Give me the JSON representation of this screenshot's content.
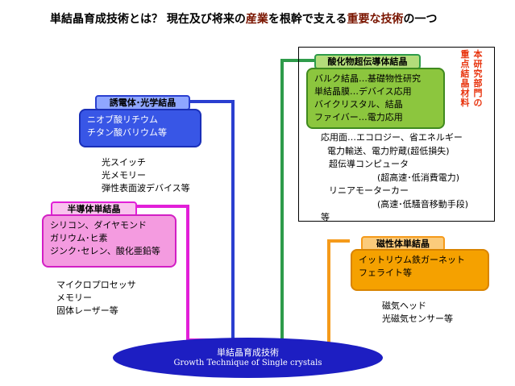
{
  "title": {
    "prefix": "単結晶育成技術とは？ 現在及び将来の",
    "highlight1": "産業",
    "mid": "を根幹で支える",
    "highlight2": "重要な技術",
    "suffix": "の一つ"
  },
  "dielectric": {
    "tab": "誘電体･光学結晶",
    "items": [
      "ニオブ酸リチウム",
      "チタン酸バリウム等"
    ],
    "uses": [
      "光スイッチ",
      "光メモリー",
      "弾性表面波デバイス等"
    ]
  },
  "semiconductor": {
    "tab": "半導体単結晶",
    "items": [
      "シリコン、ダイヤモンド",
      "ガリウム･ヒ素",
      "ジンク･セレン、酸化亜鉛等"
    ],
    "uses": [
      "マイクロプロセッサ",
      "メモリー",
      "固体レーザー等"
    ]
  },
  "superconductor": {
    "tab": "酸化物超伝導体結晶",
    "items": [
      "バルク結晶…基礎物性研究",
      "単結晶膜…デバイス応用",
      "バイクリスタル、結晶",
      "ファイバー…電力応用"
    ],
    "uses": [
      "応用面…エコロジー、省エネルギー",
      "電力輸送、電力貯蔵(超低損失)",
      "超伝導コンピュータ",
      "(超高速･低消費電力)",
      "リニアモーターカー",
      "(高速･低騒音移動手段)",
      "等"
    ],
    "research_note_col1": "本研究部門の",
    "research_note_col2": "重点結晶材料"
  },
  "magnetic": {
    "tab": "磁性体単結晶",
    "items": [
      "イットリウム鉄ガーネット",
      "フェライト等"
    ],
    "uses": [
      "磁気ヘッド",
      "光磁気センサー等"
    ]
  },
  "base": {
    "jp": "単結晶育成技術",
    "en": "Growth Technique of Single crystals"
  },
  "colors": {
    "blue_line": "#2a3fd0",
    "green_line": "#2e9b4a",
    "magenta_line": "#e21fd8",
    "orange_line": "#f59a1a",
    "ellipse": "#1d1ec2",
    "dielectric_fill": "#3856e6",
    "semiconductor_fill": "#f49be0",
    "superconductor_fill": "#8cc63e",
    "magnetic_fill": "#f5a100",
    "note_red": "#e8340e"
  }
}
